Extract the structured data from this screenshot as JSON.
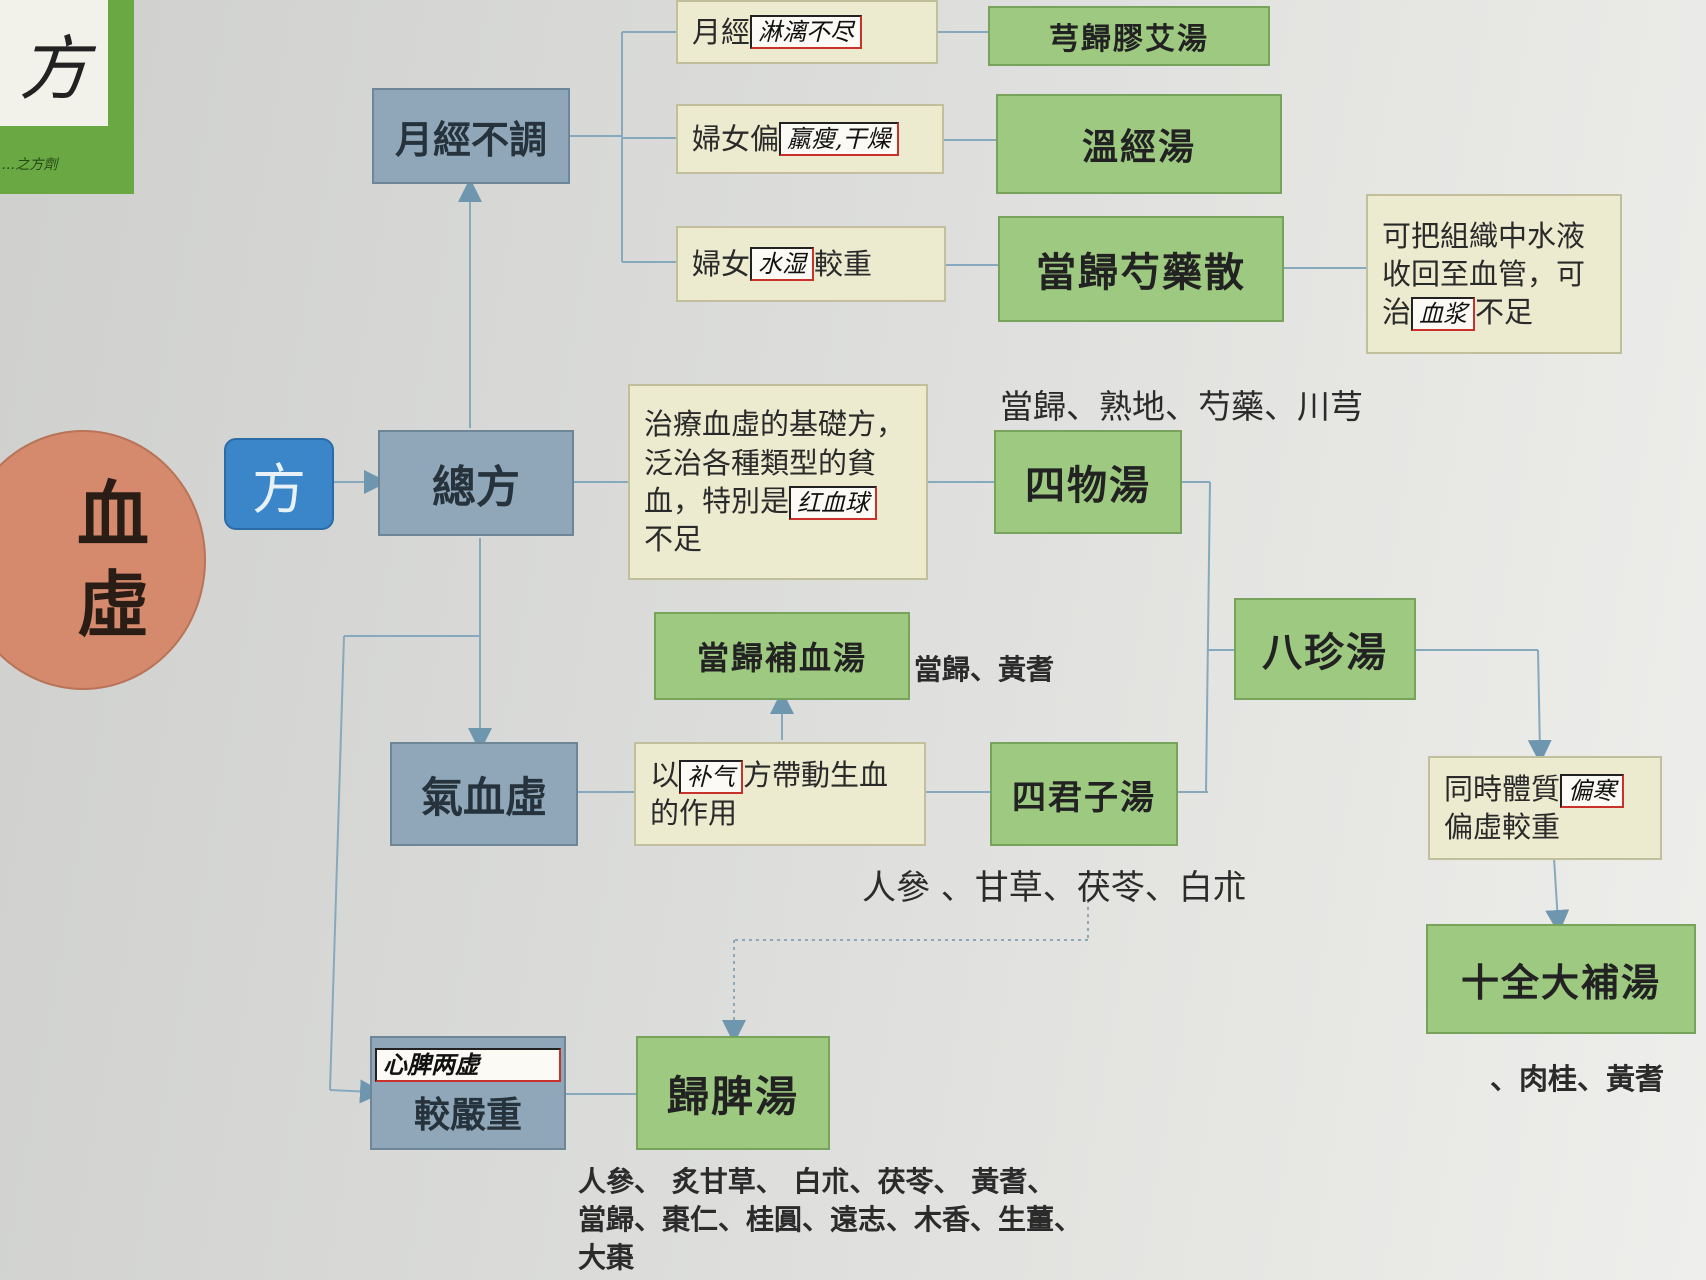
{
  "logo": {
    "text": "方",
    "small1": "...",
    "small2": "...之方劑"
  },
  "circle": {
    "line1": "血",
    "line2": "虛"
  },
  "fang_label": "方",
  "nodes": {
    "yuejing_butiao": "月經不調",
    "zongfang": "總方",
    "qixuexu": "氣血虛",
    "xinpi_label": "較嚴重"
  },
  "conditions": {
    "c1_pre": "月經",
    "c1_hand": "淋漓不尽",
    "c2_pre": "婦女偏",
    "c2_hand": "羸瘦,干燥",
    "c3_pre": "婦女",
    "c3_hand": "水湿",
    "c3_post": "較重",
    "c4_line1": "治療血虛的基礎方，",
    "c4_line2": "泛治各種類型的貧",
    "c4_line3_pre": "血，特別是",
    "c4_hand": "红血球",
    "c4_line4": "不足",
    "c5_pre": "以",
    "c5_hand": "补气",
    "c5_post": "方帶動生血",
    "c5_line2": "的作用",
    "c6_line1": "可把組織中水液",
    "c6_line2": "收回至血管，可",
    "c6_pre": "治",
    "c6_hand": "血浆",
    "c6_post": "不足",
    "c7_pre": "同時體質",
    "c7_hand": "偏寒",
    "c7_line2": "偏虛較重",
    "c8_hand": "心脾两虚"
  },
  "formulas": {
    "f1": "芎歸膠艾湯",
    "f2": "溫經湯",
    "f3": "當歸芍藥散",
    "f4": "四物湯",
    "f5": "當歸補血湯",
    "f6": "四君子湯",
    "f7": "八珍湯",
    "f8": "十全大補湯",
    "f9": "歸脾湯"
  },
  "herbs": {
    "siwu": "當歸、熟地、芍藥、川芎",
    "buxue": "當歸、黃耆",
    "sijunzi": "人參 、甘草、茯苓、白朮",
    "shiquan": "、肉桂、黃耆",
    "guipi_line1": "人參、 炙甘草、 白朮、茯苓、 黃耆、",
    "guipi_line2": "當歸、棗仁、桂圓、遠志、木香、生薑、",
    "guipi_line3": "大棗"
  },
  "colors": {
    "blue_box": "#8fa7b8",
    "green_box": "#9ec981",
    "cream_box": "#ecebcf",
    "circle": "#d58a6e",
    "fang": "#3a86c8",
    "line": "#7aa0b5"
  }
}
